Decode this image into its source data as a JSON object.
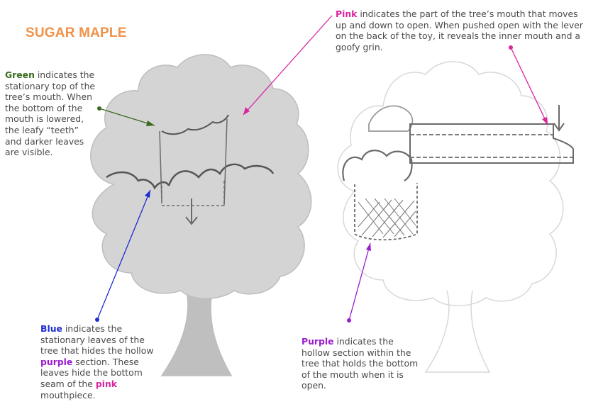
{
  "title": "SUGAR MAPLE",
  "colors": {
    "title": "#f0924a",
    "green": "#3a6b1e",
    "pink": "#d9259f",
    "blue": "#1d2dcf",
    "purple": "#9a1ccf",
    "body_text": "#4a4a4a"
  },
  "annotations": {
    "green": {
      "keyword": "Green",
      "text": " indicates the stationary top of the tree’s mouth. When the bottom of the mouth is lowered, the leafy “teeth” and darker leaves are visible."
    },
    "pink": {
      "keyword": "Pink",
      "text": " indicates the part of the tree’s mouth that moves up and down to open. When pushed open with the lever on the back of the toy, it reveals the inner mouth and a goofy grin."
    },
    "blue": {
      "keyword": "Blue",
      "text1": " indicates the stationary leaves of the tree that hides the hollow ",
      "purple_word": "purple",
      "text2": " section. These leaves hide the bottom seam of the ",
      "pink_word": "pink",
      "text3": " mouthpiece."
    },
    "purple": {
      "keyword": "Purple",
      "text": " indicates the hollow section within the tree that holds the bottom of the mouth when it is open."
    }
  }
}
